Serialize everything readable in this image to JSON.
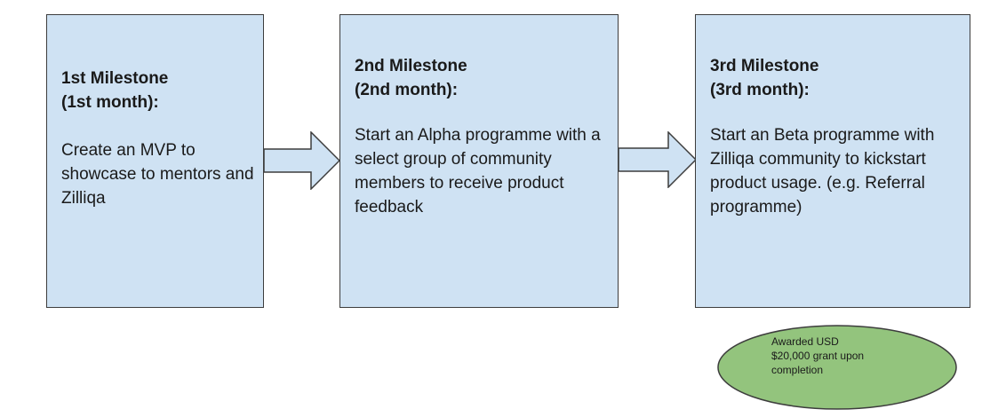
{
  "milestones": [
    {
      "title": "1st Milestone\n(1st month):",
      "body": "Create an MVP to showcase to mentors and Zilliqa"
    },
    {
      "title": "2nd Milestone\n(2nd month):",
      "body": "Start an Alpha programme with a select group of community members to receive product feedback"
    },
    {
      "title": "3rd Milestone\n(3rd month):",
      "body": "Start an Beta programme with Zilliqa community to kickstart product usage. (e.g. Referral programme)"
    }
  ],
  "grant": {
    "text": "Awarded USD\n$20,000 grant upon\ncompletion"
  },
  "colors": {
    "box_fill": "#cfe2f3",
    "ellipse_fill": "#93c47d",
    "stroke": "#3d3d3d"
  }
}
